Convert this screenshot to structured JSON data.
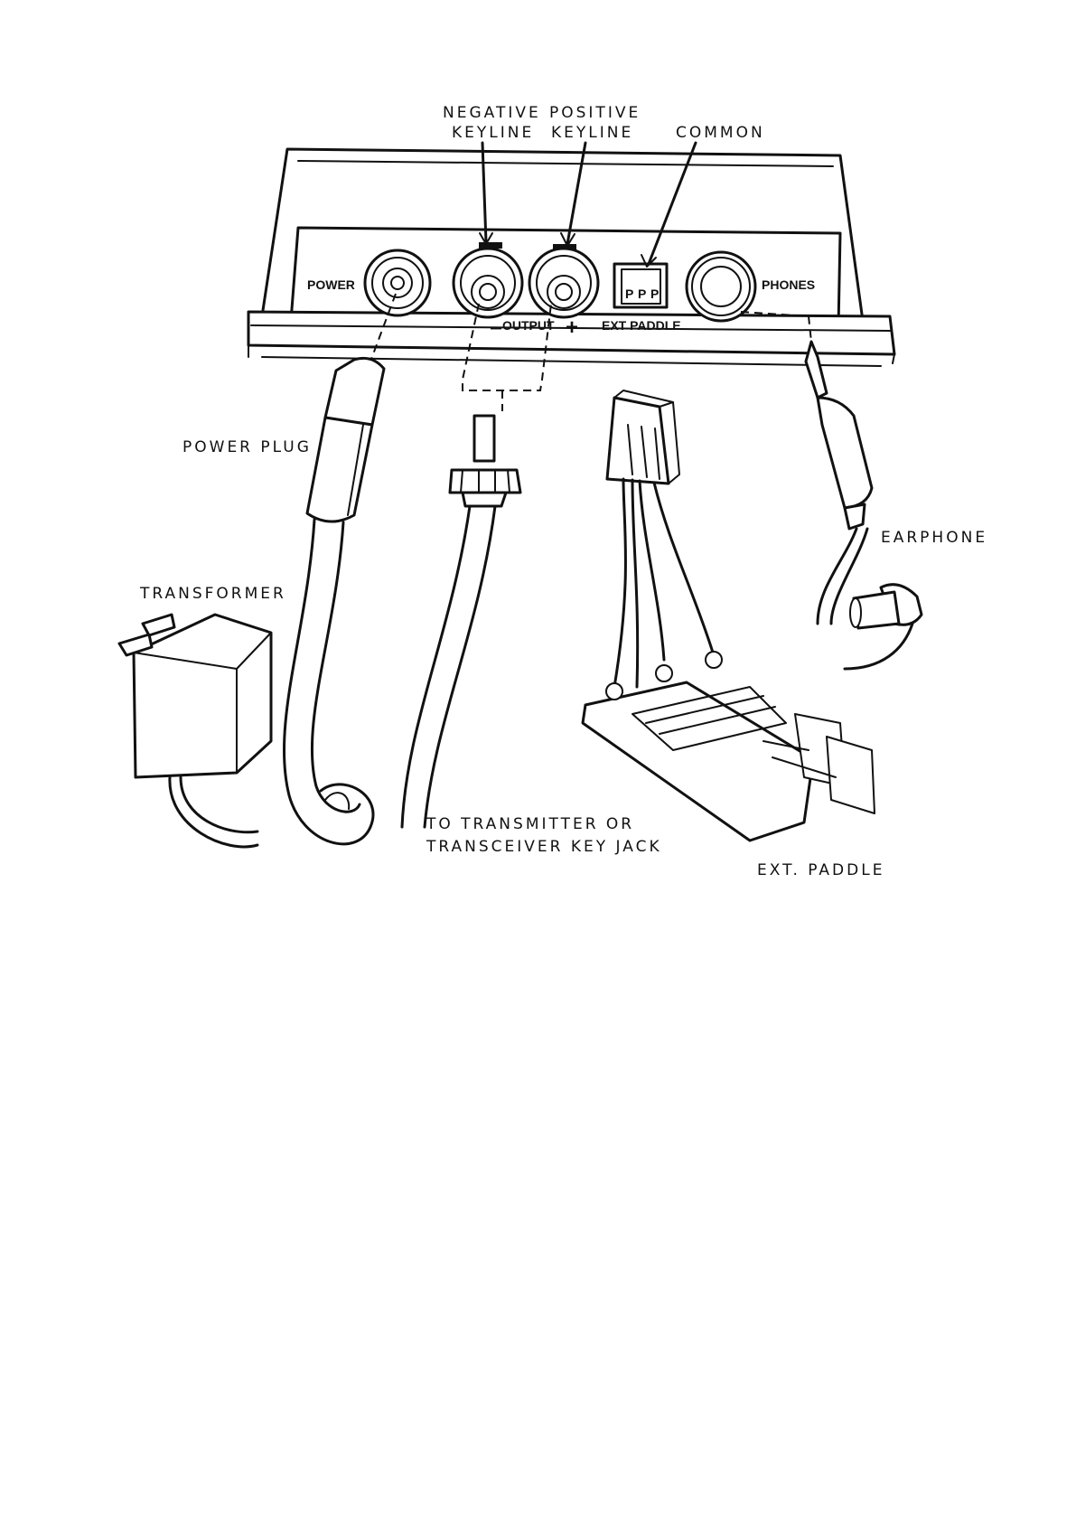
{
  "labels": {
    "negative_keyline_1": "NEGATIVE",
    "negative_keyline_2": "KEYLINE",
    "positive_keyline_1": "POSITIVE",
    "positive_keyline_2": "KEYLINE",
    "common": "COMMON",
    "power_plug": "POWER PLUG",
    "transformer": "TRANSFORMER",
    "earphone": "EARPHONE",
    "transmitter_1": "TO TRANSMITTER OR",
    "transmitter_2": "TRANSCEIVER KEY JACK",
    "ext_paddle": "EXT. PADDLE"
  },
  "panel": {
    "power": "POWER",
    "output": "OUTPUT",
    "minus": "−",
    "plus": "+",
    "ext_paddle": "EXT PADDLE",
    "phones": "PHONES",
    "pins": [
      "P",
      "P",
      "P"
    ]
  }
}
